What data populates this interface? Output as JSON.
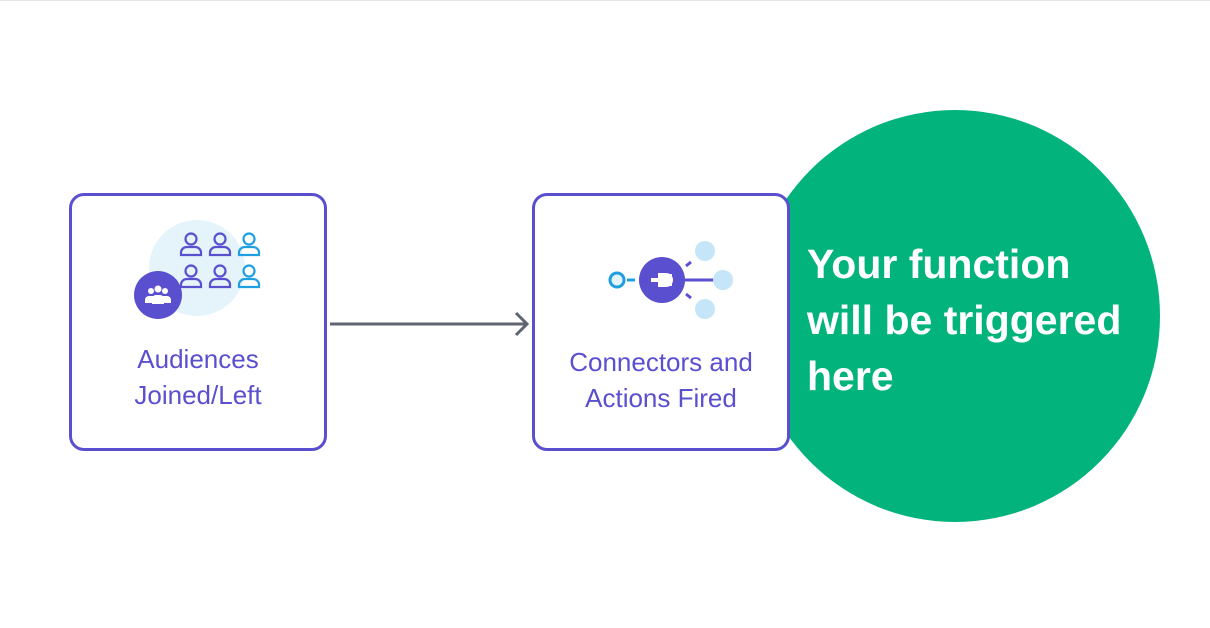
{
  "nodes": [
    {
      "label_lines": [
        "Audiences",
        "Joined/Left"
      ],
      "icon": "audience-people-icon"
    },
    {
      "label_lines": [
        "Connectors and",
        "Actions Fired"
      ],
      "icon": "connector-plug-icon"
    }
  ],
  "callout": {
    "lines": [
      "Your function",
      "will be triggered",
      "here"
    ],
    "color": "#02b37c"
  },
  "colors": {
    "primary": "#5a4fcf",
    "accent": "#1ea0e0",
    "light": "#c4e6f8",
    "arrow": "#5f6670"
  }
}
